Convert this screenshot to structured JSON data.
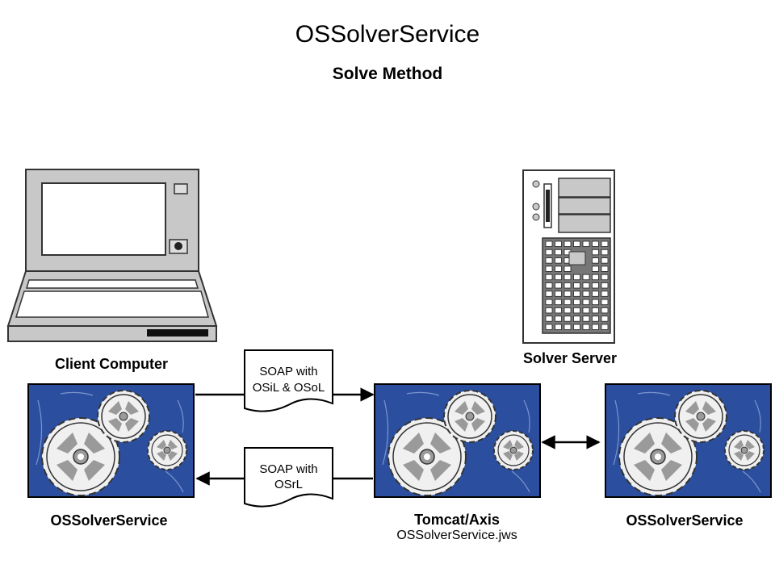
{
  "title": "OSSolverService",
  "subtitle": "Solve Method",
  "labels": {
    "client_computer": "Client Computer",
    "solver_server": "Solver Server",
    "client_service": "OSSolverService",
    "middle_line1": "Tomcat/Axis",
    "middle_line2": "OSSolverService.jws",
    "server_service": "OSSolverService"
  },
  "messages": {
    "request_line1": "SOAP with",
    "request_line2": "OSiL & OSoL",
    "response_line1": "SOAP with",
    "response_line2": "OSrL"
  },
  "colors": {
    "panel_blue": "#2b4f9e",
    "gear_fill": "#f0f0f0",
    "gear_shade": "#9a9a9a",
    "device_gray": "#c8c8c8"
  }
}
